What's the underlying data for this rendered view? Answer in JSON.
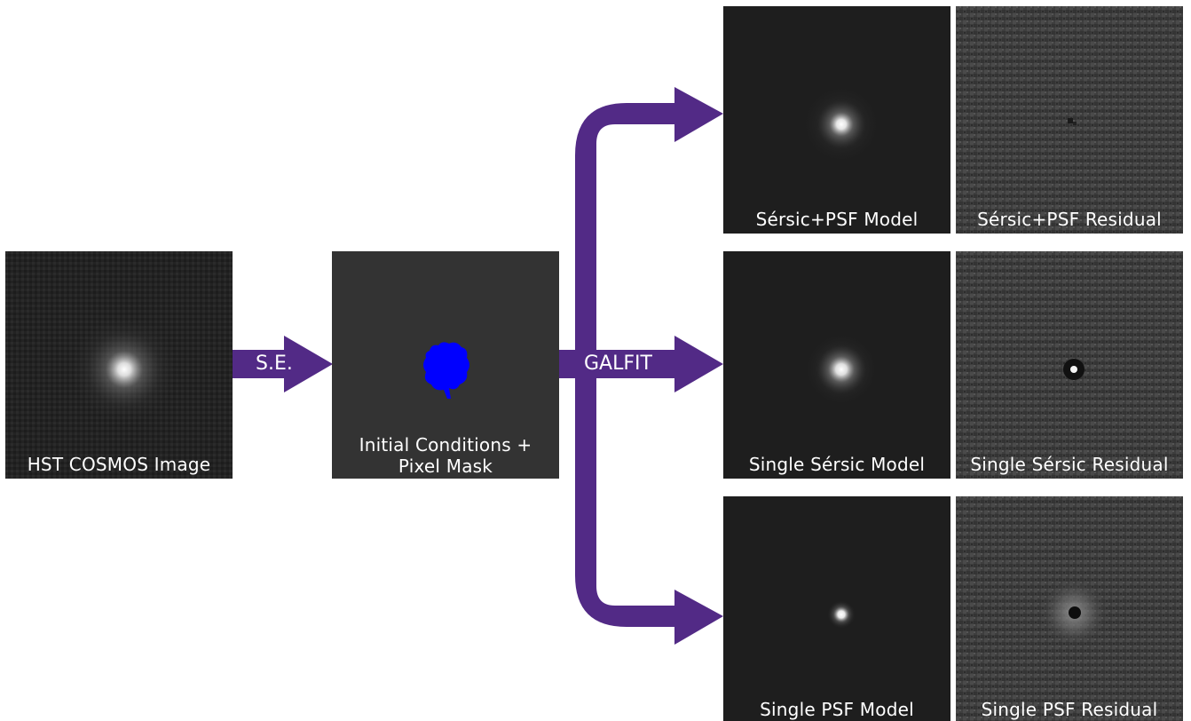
{
  "source_panel": {
    "label": "HST COSMOS Image"
  },
  "mask_panel": {
    "label_line1": "Initial Conditions +",
    "label_line2": "Pixel Mask"
  },
  "arrows": {
    "se_label": "S.E.",
    "galfit_label": "GALFIT"
  },
  "results": [
    {
      "model_label": "Sérsic+PSF Model",
      "residual_label": "Sérsic+PSF Residual"
    },
    {
      "model_label": "Single Sérsic Model",
      "residual_label": "Single Sérsic Residual"
    },
    {
      "model_label": "Single PSF Model",
      "residual_label": "Single PSF Residual"
    }
  ],
  "colors": {
    "arrow": "#522a86",
    "mask_blob": "#0000ff",
    "panel_dark": "#1e1e1e",
    "mask_bg": "#333333"
  }
}
